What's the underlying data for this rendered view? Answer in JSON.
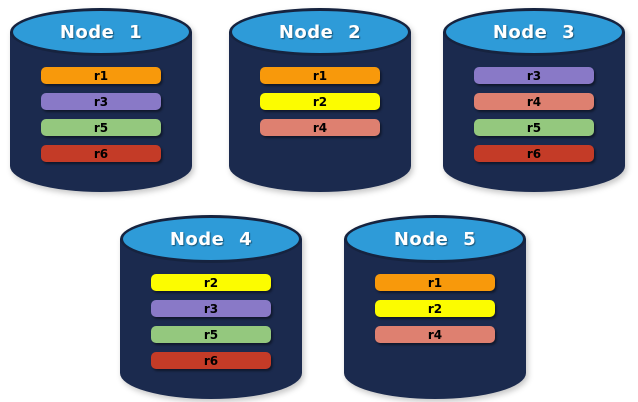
{
  "diagram": {
    "description": "Five database nodes with replicated partitions r1-r6",
    "background": "#FFFFFF"
  },
  "colors": {
    "cylinder_body": "#1B2A4E",
    "cylinder_top": "#2E9BD8",
    "cylinder_outline": "#16233F",
    "node_label_text": "#FFFFFF",
    "bar_label_text": "#000000",
    "replicas": {
      "r1": "#F8990B",
      "r2": "#FCFC00",
      "r3": "#8979C7",
      "r4": "#DE8070",
      "r5": "#94C87E",
      "r6": "#C43B27"
    }
  },
  "nodes": [
    {
      "label": "Node 1",
      "replicas": [
        "r1",
        "r3",
        "r5",
        "r6"
      ]
    },
    {
      "label": "Node 2",
      "replicas": [
        "r1",
        "r2",
        "r4"
      ]
    },
    {
      "label": "Node 3",
      "replicas": [
        "r3",
        "r4",
        "r5",
        "r6"
      ]
    },
    {
      "label": "Node 4",
      "replicas": [
        "r2",
        "r3",
        "r5",
        "r6"
      ]
    },
    {
      "label": "Node 5",
      "replicas": [
        "r1",
        "r2",
        "r4"
      ]
    }
  ]
}
